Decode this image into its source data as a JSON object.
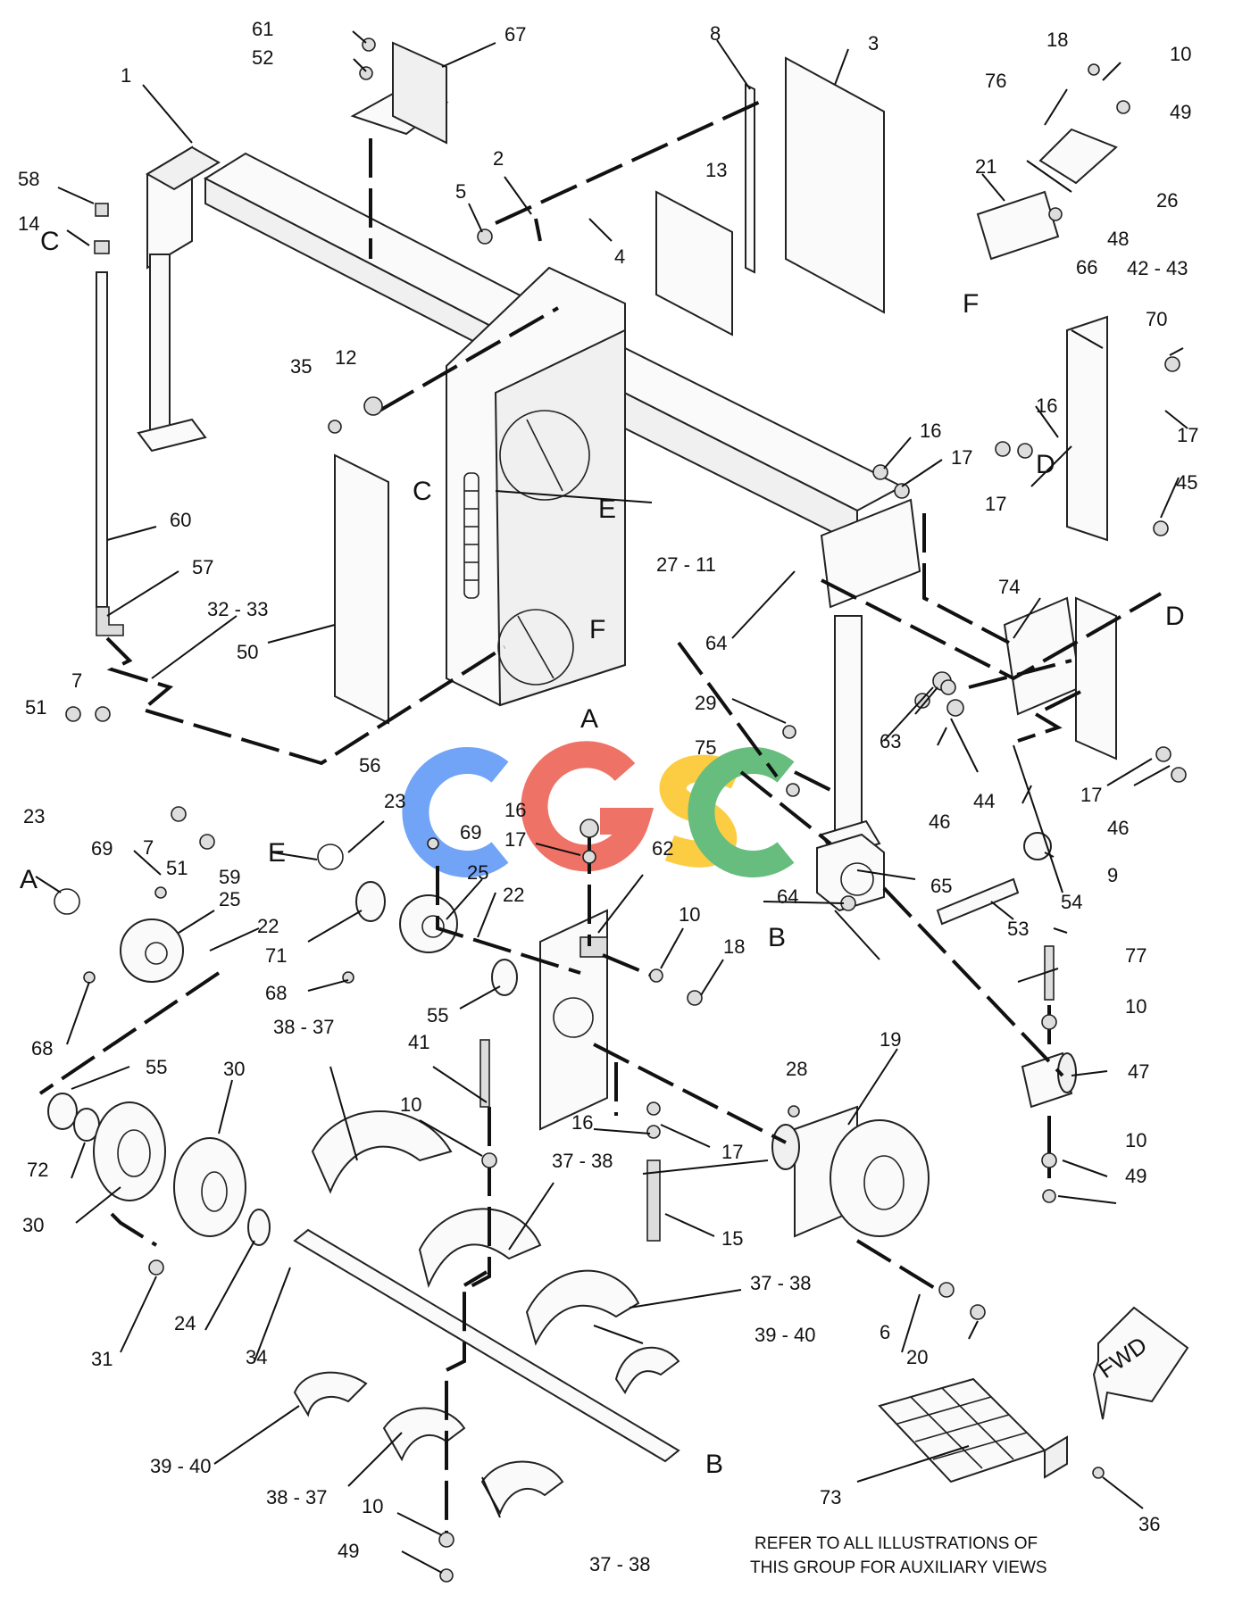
{
  "diagram": {
    "note_lines": [
      "REFER TO ALL ILLUSTRATIONS OF",
      "THIS GROUP FOR AUXILIARY VIEWS"
    ],
    "fwd_label": "FWD",
    "watermark": "CGSC",
    "watermark_colors": [
      "#4285F4",
      "#EA4335",
      "#FBBC05",
      "#34A853"
    ],
    "callouts": {
      "c1": "1",
      "c2": "2",
      "c3": "3",
      "c4": "4",
      "c5": "5",
      "c6": "6",
      "c7a": "7",
      "c7b": "7",
      "c8": "8",
      "c9": "9",
      "c10a": "10",
      "c10b": "10",
      "c10c": "10",
      "c10d": "10",
      "c10e": "10",
      "c10f": "10",
      "c12": "12",
      "c13": "13",
      "c14": "14",
      "c15": "15",
      "c16a": "16",
      "c16b": "16",
      "c16c": "16",
      "c16d": "16",
      "c17a": "17",
      "c17b": "17",
      "c17c": "17",
      "c17d": "17",
      "c17e": "17",
      "c17f": "17",
      "c18a": "18",
      "c18b": "18",
      "c19": "19",
      "c20": "20",
      "c21": "21",
      "c22a": "22",
      "c22b": "22",
      "c23a": "23",
      "c23b": "23",
      "c24": "24",
      "c25a": "25",
      "c25b": "25",
      "c26": "26",
      "c28": "28",
      "c29": "29",
      "c30a": "30",
      "c30b": "30",
      "c31": "31",
      "c34": "34",
      "c35": "35",
      "c36": "36",
      "c41": "41",
      "c44": "44",
      "c45": "45",
      "c46a": "46",
      "c46b": "46",
      "c47": "47",
      "c48": "48",
      "c49a": "49",
      "c49b": "49",
      "c49c": "49",
      "c50": "50",
      "c51a": "51",
      "c51b": "51",
      "c52": "52",
      "c53": "53",
      "c54": "54",
      "c55a": "55",
      "c55b": "55",
      "c56": "56",
      "c57": "57",
      "c58": "58",
      "c59": "59",
      "c60": "60",
      "c61": "61",
      "c62": "62",
      "c63": "63",
      "c64a": "64",
      "c64b": "64",
      "c65": "65",
      "c66": "66",
      "c67": "67",
      "c68a": "68",
      "c68b": "68",
      "c69a": "69",
      "c69b": "69",
      "c70": "70",
      "c71": "71",
      "c72": "72",
      "c73": "73",
      "c74": "74",
      "c75": "75",
      "c76": "76",
      "c77": "77",
      "c2711": "27 - 11",
      "c3233": "32 - 33",
      "c4243": "42 - 43",
      "c3837a": "38 - 37",
      "c3837b": "38 - 37",
      "c3738a": "37 - 38",
      "c3738b": "37 - 38",
      "c3738c": "37 - 38",
      "c3940a": "39 - 40",
      "c3940b": "39 - 40"
    },
    "view_letters": {
      "a1": "A",
      "a2": "A",
      "b1": "B",
      "b2": "B",
      "c1": "C",
      "c2": "C",
      "d1": "D",
      "d2": "D",
      "e1": "E",
      "e2": "E",
      "f1": "F",
      "f2": "F"
    }
  }
}
